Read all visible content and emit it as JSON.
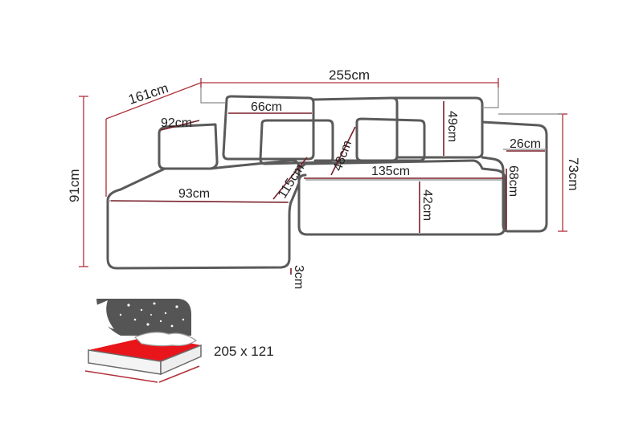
{
  "colors": {
    "dimension_line": "#b0303a",
    "outline": "#5a5a5a",
    "bed_surface": "#e8151b",
    "night_sky": "#555555"
  },
  "dimensions": {
    "total_width": "255cm",
    "total_depth": "161cm",
    "height_left": "91cm",
    "height_right": "73cm",
    "chaise_arm_width": "92cm",
    "back_cushion_width": "66cm",
    "back_cushion_height": "49cm",
    "right_arm_width": "26cm",
    "seat_depth_main": "48cm",
    "seat_width": "135cm",
    "chaise_length": "115cm",
    "chaise_seat_width": "93cm",
    "seat_height": "42cm",
    "arm_height": "68cm",
    "leg_height": "3cm"
  },
  "bed_icon": {
    "icon": "sleeping-function-icon",
    "size_label": "205 x 121"
  }
}
